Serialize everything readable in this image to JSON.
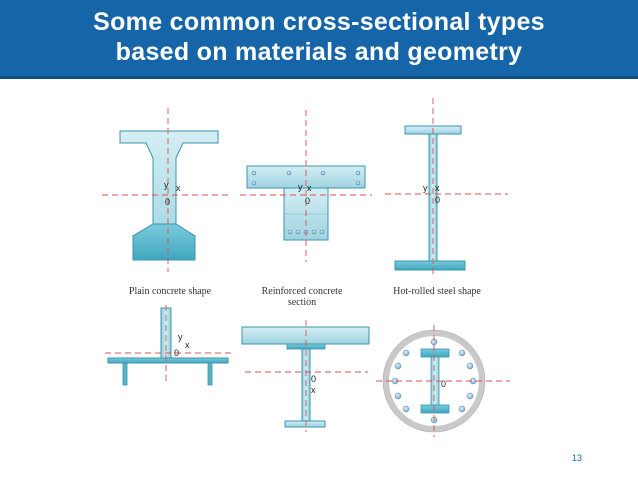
{
  "title": {
    "line1": "Some common cross-sectional types",
    "line2": "based on materials and geometry"
  },
  "captions": {
    "plain_concrete": "Plain concrete shape",
    "reinforced_line1": "Reinforced concrete",
    "reinforced_line2": "section",
    "hot_rolled": "Hot-rolled steel shape"
  },
  "axis_labels": {
    "y": "y",
    "x": "x",
    "origin": "0"
  },
  "page_number": "13",
  "colors": {
    "header": "#1565a8",
    "section_fill": "#b6e0ea",
    "section_dark": "#55b4c8",
    "section_stroke": "#3a95ab",
    "axis_line": "#d9534f",
    "rebar": "#7fb3d0"
  }
}
